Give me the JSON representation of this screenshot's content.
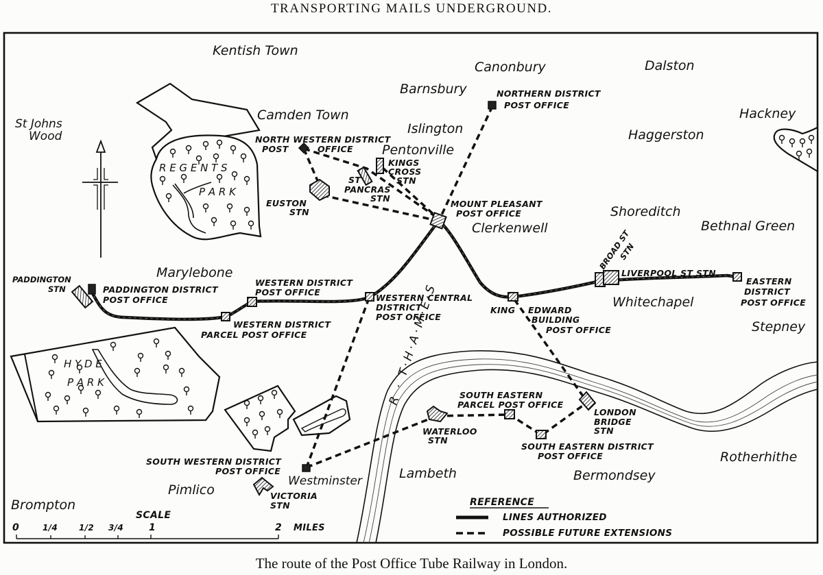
{
  "header": {
    "title": "TRANSPORTING MAILS UNDERGROUND."
  },
  "caption": "The route of the Post Office Tube Railway in London.",
  "districts": {
    "kentish_town": "Kentish Town",
    "canonbury": "Canonbury",
    "dalston": "Dalston",
    "barnsbury": "Barnsbury",
    "camden_town": "Camden Town",
    "islington": "Islington",
    "hackney": "Hackney",
    "st_johns_1": "St Johns",
    "st_johns_2": "Wood",
    "haggerston": "Haggerston",
    "pentonville": "Pentonville",
    "shoreditch": "Shoreditch",
    "bethnal_green": "Bethnal Green",
    "clerkenwell": "Clerkenwell",
    "marylebone": "Marylebone",
    "whitechapel": "Whitechapel",
    "stepney": "Stepney",
    "rotherhithe": "Rotherhithe",
    "lambeth": "Lambeth",
    "bermondsey": "Bermondsey",
    "westminster": "Westminster",
    "pimlico": "Pimlico",
    "brompton": "Brompton"
  },
  "parks": {
    "regents_1": "R E G E N T S",
    "regents_2": "P A R K",
    "hyde_1": "H   Y   D   E",
    "hyde_2": "P   A   R   K"
  },
  "river": {
    "name": "R · T·H·A·M·E·S"
  },
  "labels": {
    "northern_po_1": "NORTHERN DISTRICT",
    "northern_po_2": "POST OFFICE",
    "nw_po_1": "NORTH WESTERN DISTRICT",
    "nw_po_2": "POST",
    "nw_po_3": "OFFICE",
    "kings_cross_1": "KINGS",
    "kings_cross_2": "CROSS",
    "kings_cross_3": "STN",
    "st_pancras_1": "ST",
    "st_pancras_2": "PANCRAS",
    "st_pancras_3": "STN",
    "euston_1": "EUSTON",
    "euston_2": "STN",
    "mount_pleasant_1": "MOUNT PLEASANT",
    "mount_pleasant_2": "POST OFFICE",
    "paddington_stn_1": "PADDINGTON",
    "paddington_stn_2": "STN",
    "paddington_po_1": "PADDINGTON DISTRICT",
    "paddington_po_2": "POST OFFICE",
    "western_po_1": "WESTERN DISTRICT",
    "western_po_2": "POST OFFICE",
    "western_parcel_1": "WESTERN DISTRICT",
    "western_parcel_2": "PARCEL POST OFFICE",
    "wc_po_1": "WESTERN CENTRAL",
    "wc_po_2": "DISTRICT",
    "wc_po_3": "POST OFFICE",
    "king_edward_1": "KING",
    "king_edward_2": "EDWARD",
    "king_edward_3": "BUILDING",
    "king_edward_4": "POST OFFICE",
    "broad_st_1": "BROAD ST",
    "broad_st_2": "STN",
    "liverpool_st": "LIVERPOOL ST STN",
    "eastern_po_1": "EASTERN",
    "eastern_po_2": "DISTRICT",
    "eastern_po_3": "POST OFFICE",
    "se_parcel_1": "SOUTH EASTERN",
    "se_parcel_2": "PARCEL POST OFFICE",
    "london_bridge_1": "LONDON",
    "london_bridge_2": "BRIDGE",
    "london_bridge_3": "STN",
    "waterloo_1": "WATERLOO",
    "waterloo_2": "STN",
    "se_po_1": "SOUTH EASTERN DISTRICT",
    "se_po_2": "POST OFFICE",
    "sw_po_1": "SOUTH WESTERN DISTRICT",
    "sw_po_2": "POST OFFICE",
    "victoria_1": "VICTORIA",
    "victoria_2": "STN"
  },
  "legend": {
    "title": "REFERENCE",
    "items": [
      {
        "style": "solid",
        "label": "LINES AUTHORIZED"
      },
      {
        "style": "dashed",
        "label": "POSSIBLE FUTURE EXTENSIONS"
      }
    ]
  },
  "scale": {
    "title": "SCALE",
    "ticks": [
      "0",
      "1/4",
      "1/2",
      "3/4",
      "1",
      "2"
    ],
    "unit": "MILES"
  },
  "colors": {
    "ink": "#111111",
    "paper": "#fcfcfa"
  }
}
